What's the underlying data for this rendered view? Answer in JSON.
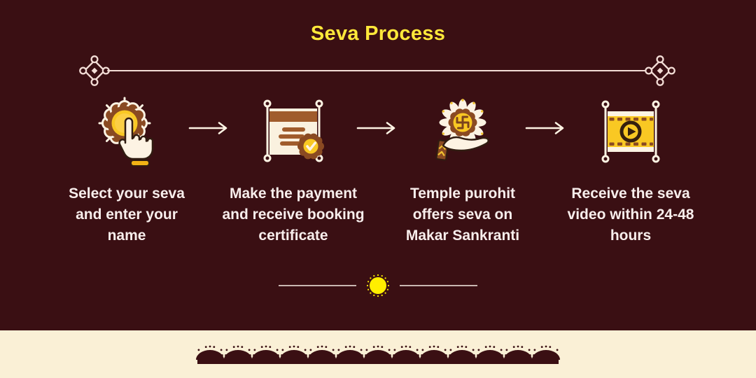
{
  "title": "Seva Process",
  "steps": [
    {
      "icon": "tap-select-icon",
      "caption": "Select your seva and enter your name",
      "lines": [
        "Select your seva",
        "and enter your",
        "name"
      ]
    },
    {
      "icon": "certificate-icon",
      "caption": "Make the payment and receive booking certificate",
      "lines": [
        "Make the payment",
        "and receive booking",
        "certificate"
      ]
    },
    {
      "icon": "offering-hand-icon",
      "caption": "Temple purohit offers seva on Makar Sankranti",
      "lines": [
        "Temple purohit",
        "offers seva on",
        "Makar Sankranti"
      ]
    },
    {
      "icon": "video-icon",
      "caption": "Receive the seva video within 24-48 hours",
      "lines": [
        "Receive the seva",
        "video within 24-48",
        "hours"
      ]
    }
  ],
  "colors": {
    "background": "#3a0f13",
    "title_yellow": "#ffe83a",
    "caption_text": "#f8eeec",
    "divider_line": "#f3ddd6",
    "arrow": "#fdf3e3",
    "indicator_line": "#c9b6b1",
    "indicator_dot": "#ffee00",
    "footer_band": "#faf0d6",
    "icon_yellow": "#f9c823",
    "icon_brown": "#9c5a28",
    "icon_outline": "#301c11",
    "icon_cream": "#fdf3e3"
  }
}
